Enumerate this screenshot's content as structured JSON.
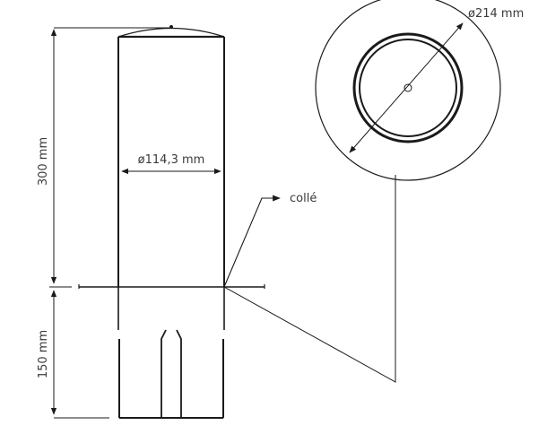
{
  "drawing": {
    "height_upper": "300 mm",
    "height_lower": "150 mm",
    "tube_diameter": "ø114,3 mm",
    "flange_diameter": "ø214 mm",
    "annotation": "collé"
  },
  "colors": {
    "line": "#1a1a1a",
    "text": "#3a3a3a",
    "background": "#ffffff"
  }
}
